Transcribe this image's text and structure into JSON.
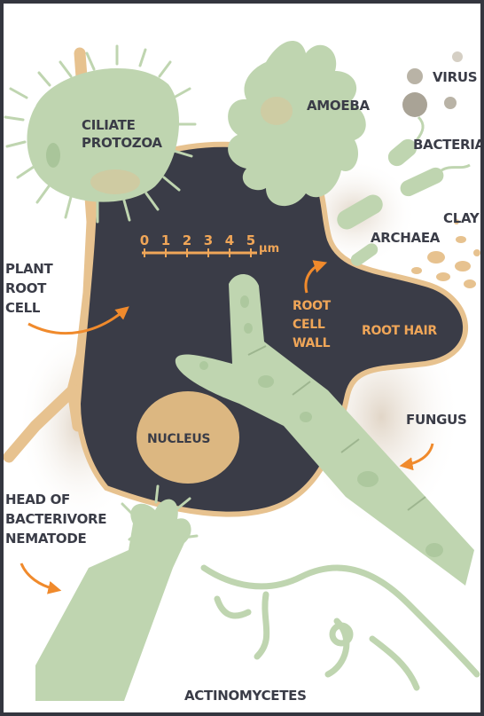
{
  "colors": {
    "frame": "#34363f",
    "cell_interior": "#3a3c47",
    "cell_wall": "#e7c28f",
    "organism_green": "#bfd5b0",
    "organism_fill_dark": "#a9c59a",
    "nucleus": "#dcb781",
    "arrow_orange": "#f08a2c",
    "label_dark": "#3a3c47",
    "label_light": "#f2e9de",
    "label_orange": "#f0a658"
  },
  "labels": {
    "ciliate_line1": "CILIATE",
    "ciliate_line2": "PROTOZOA",
    "amoeba": "AMOEBA",
    "virus": "VIRUS",
    "bacteria": "BACTERIA",
    "clay": "CLAY",
    "archaea": "ARCHAEA",
    "plant_line1": "PLANT",
    "plant_line2": "ROOT",
    "plant_line3": "CELL",
    "wall_line1": "ROOT",
    "wall_line2": "CELL",
    "wall_line3": "WALL",
    "root_hair": "ROOT HAIR",
    "nucleus": "NUCLEUS",
    "fungus": "FUNGUS",
    "nematode_line1": "HEAD OF",
    "nematode_line2": "BACTERIVORE",
    "nematode_line3": "NEMATODE",
    "actinomycetes": "ACTINOMYCETES"
  },
  "scale_bar": {
    "ticks": [
      "0",
      "1",
      "2",
      "3",
      "4",
      "5"
    ],
    "unit": "μm"
  }
}
